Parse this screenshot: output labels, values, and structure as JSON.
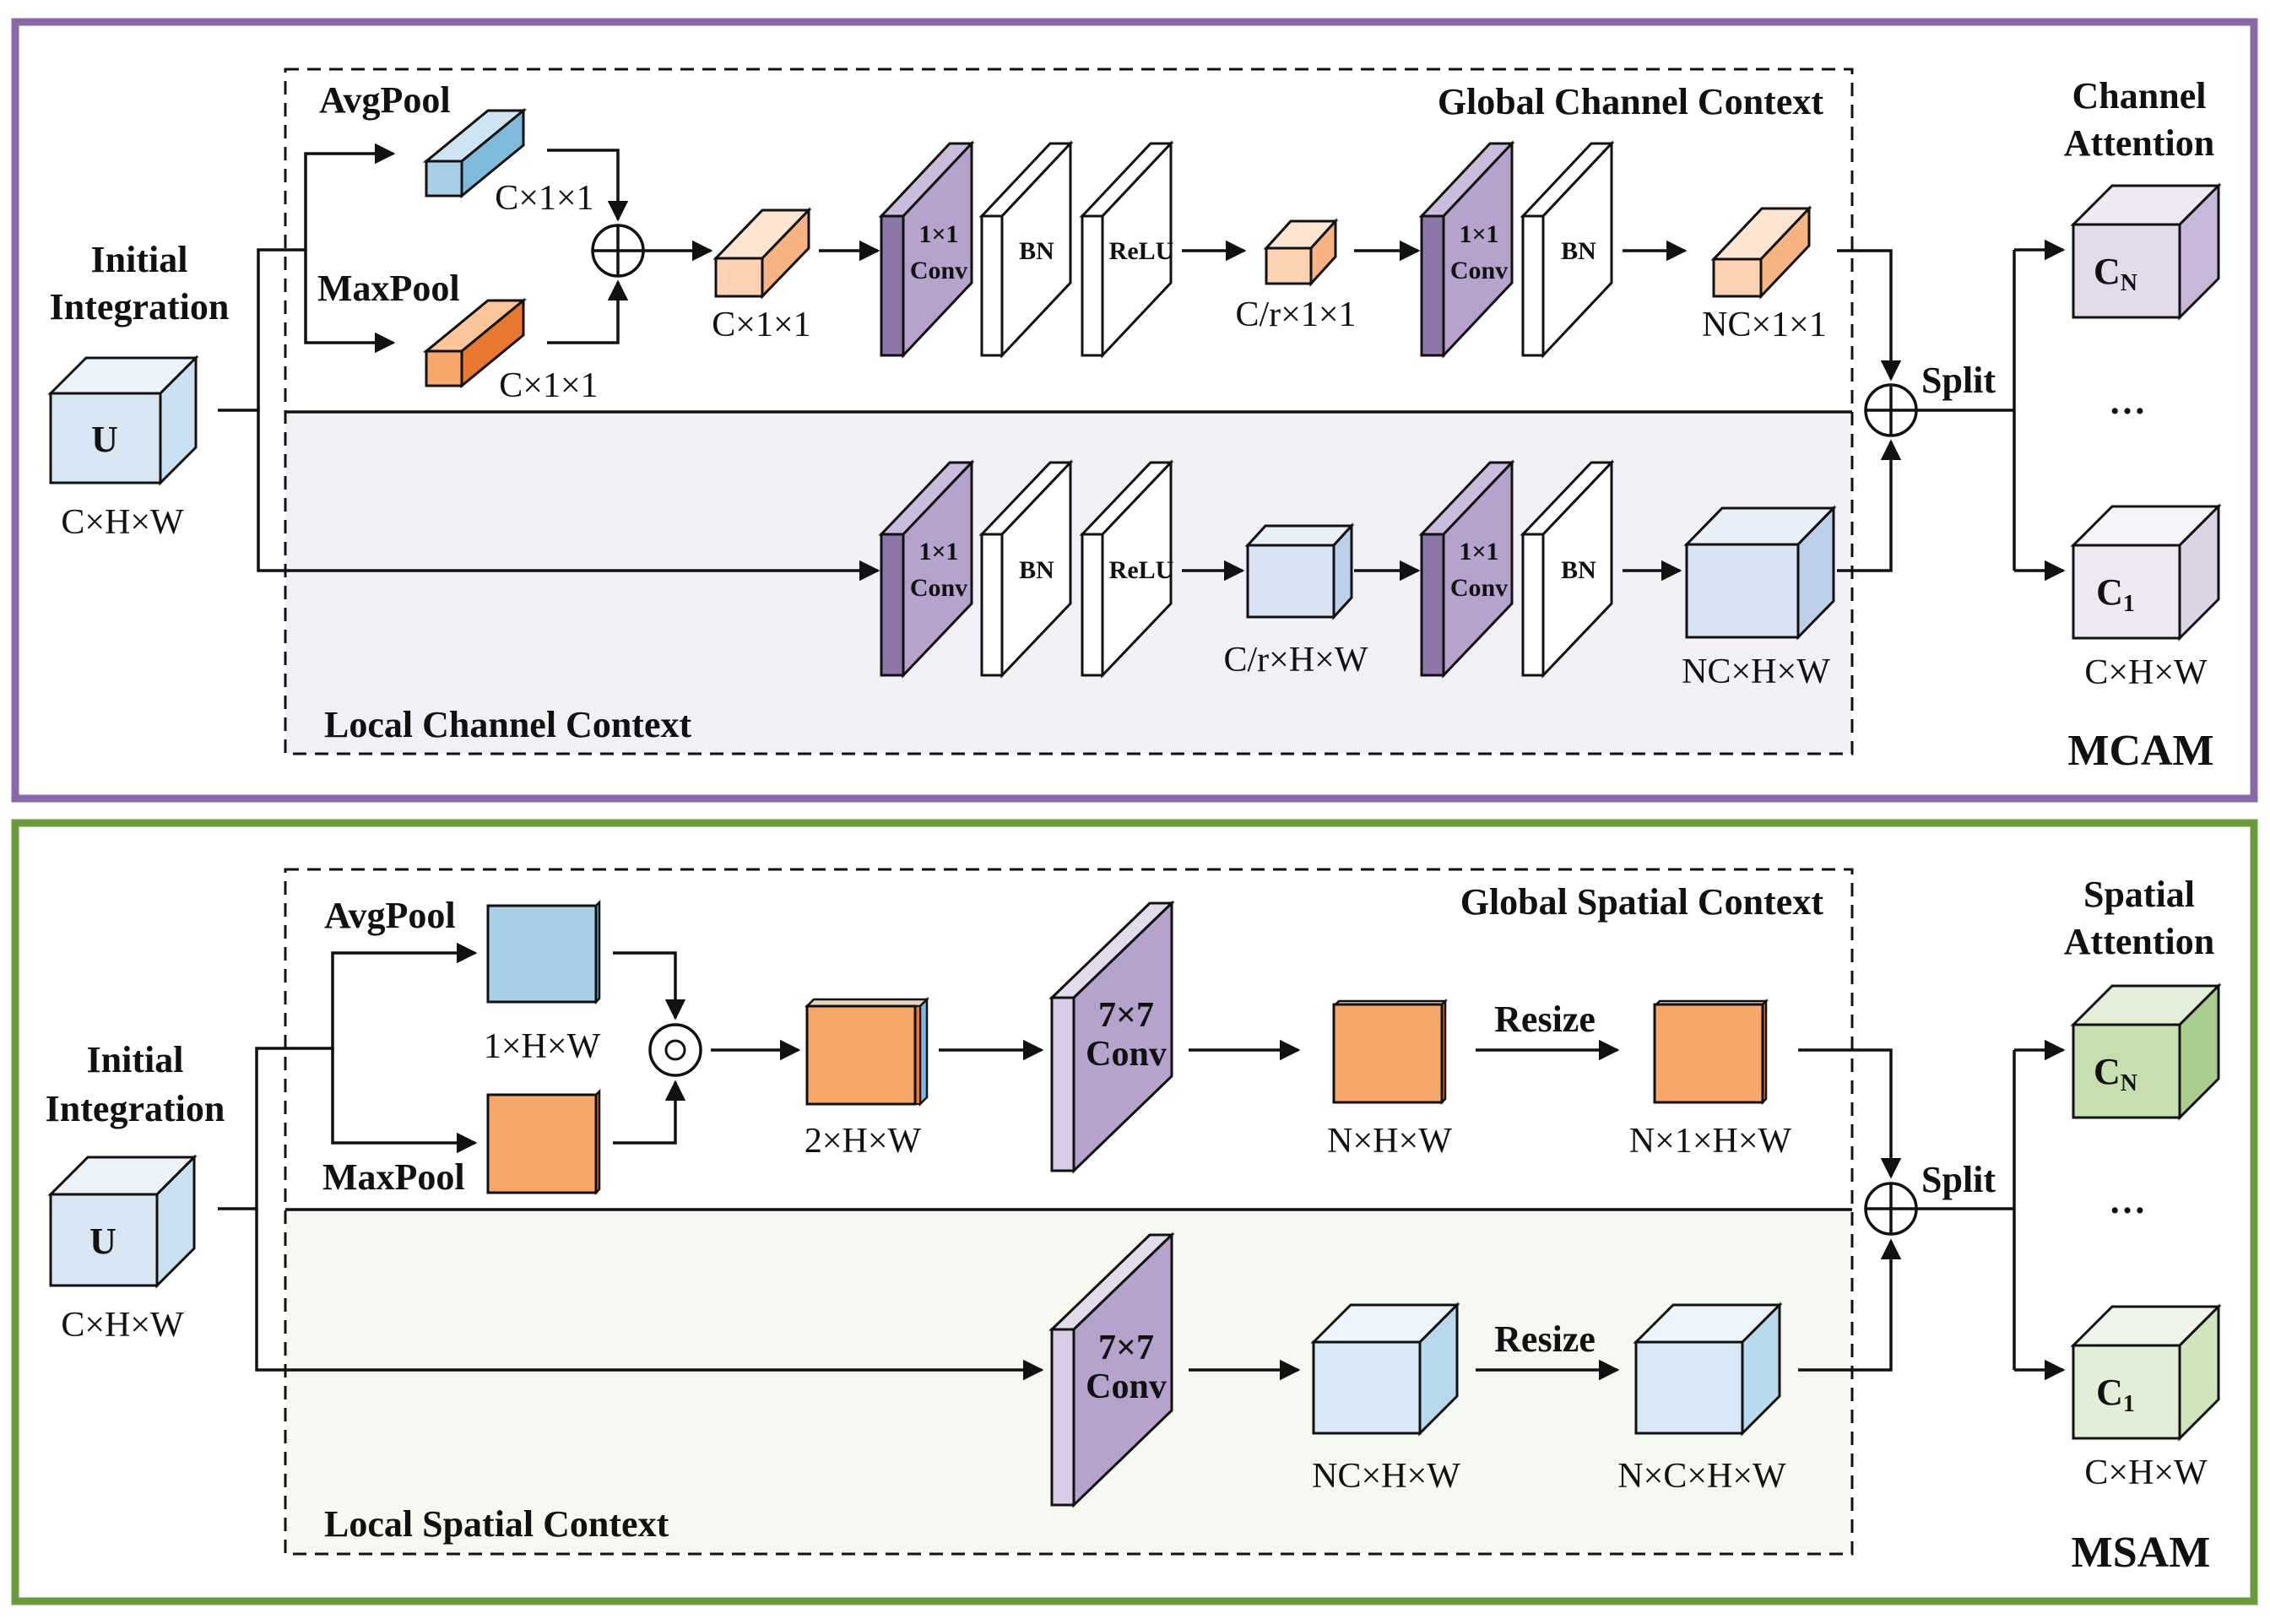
{
  "mcam": {
    "panel_title": "MCAM",
    "input_title_1": "Initial",
    "input_title_2": "Integration",
    "input_block": "U",
    "input_dim": "C×H×W",
    "global_title": "Global Channel Context",
    "local_title": "Local Channel Context",
    "avgpool": "AvgPool",
    "maxpool": "MaxPool",
    "avg_dim": "C×1×1",
    "max_dim": "C×1×1",
    "sum_dim": "C×1×1",
    "conv_l1": "1×1",
    "conv_l2": "Conv",
    "bn": "BN",
    "relu": "ReLU",
    "reduced_dim": "C/r×1×1",
    "global_out_dim": "NC×1×1",
    "local_reduced_dim": "C/r×H×W",
    "local_out_dim": "NC×H×W",
    "split": "Split",
    "attn_title_1": "Channel",
    "attn_title_2": "Attention",
    "out_top_base": "C",
    "out_top_sub": "N",
    "out_bottom_base": "C",
    "out_bottom_sub": "1",
    "ellipsis": "…",
    "out_dim": "C×H×W"
  },
  "msam": {
    "panel_title": "MSAM",
    "input_title_1": "Initial",
    "input_title_2": "Integration",
    "input_block": "U",
    "input_dim": "C×H×W",
    "global_title": "Global Spatial Context",
    "local_title": "Local Spatial Context",
    "avgpool": "AvgPool",
    "maxpool": "MaxPool",
    "avg_dim": "1×H×W",
    "concat_dim": "2×H×W",
    "conv_l1": "7×7",
    "conv_l2": "Conv",
    "global_conv_dim": "N×H×W",
    "resize": "Resize",
    "global_out_dim": "N×1×H×W",
    "local_conv_dim": "NC×H×W",
    "local_out_dim": "N×C×H×W",
    "split": "Split",
    "attn_title_1": "Spatial",
    "attn_title_2": "Attention",
    "out_top_base": "C",
    "out_top_sub": "N",
    "out_bottom_base": "C",
    "out_bottom_sub": "1",
    "ellipsis": "…",
    "out_dim": "C×H×W"
  },
  "colors": {
    "mcam_border": "#8a68a8",
    "msam_border": "#6a9a3e",
    "blue": "#a9cfe6",
    "light_blue": "#d6e6f3",
    "orange": "#f7a86a",
    "light_orange": "#fcd2b2",
    "purple": "#b7a2cc",
    "light_purple": "#e3dbec",
    "green": "#c6dfb0",
    "local_channel_bg": "#f3eff6",
    "local_spatial_bg": "#f4f8f0"
  }
}
